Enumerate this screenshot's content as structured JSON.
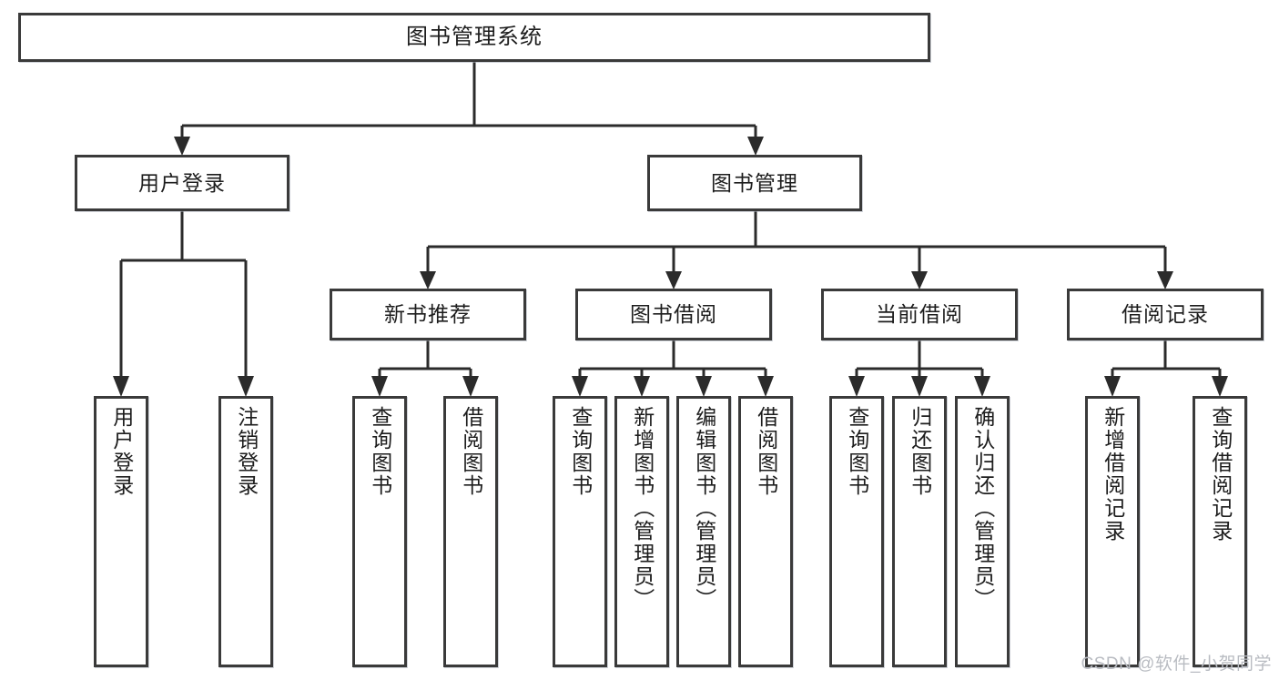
{
  "diagram": {
    "title": "图书管理系统",
    "type": "tree",
    "root": {
      "label": "图书管理系统"
    },
    "level2": [
      {
        "label": "用户登录"
      },
      {
        "label": "图书管理"
      }
    ],
    "level3": [
      {
        "label": "新书推荐"
      },
      {
        "label": "图书借阅"
      },
      {
        "label": "当前借阅"
      },
      {
        "label": "借阅记录"
      }
    ],
    "leaves": {
      "user_login": [
        {
          "label": "用户登录"
        },
        {
          "label": "注销登录"
        }
      ],
      "new_book_recommend": [
        {
          "label": "查询图书"
        },
        {
          "label": "借阅图书"
        }
      ],
      "book_borrow": [
        {
          "label": "查询图书"
        },
        {
          "label": "新增图书（管理员）"
        },
        {
          "label": "编辑图书（管理员）"
        },
        {
          "label": "借阅图书"
        }
      ],
      "current_borrow": [
        {
          "label": "查询图书"
        },
        {
          "label": "归还图书"
        },
        {
          "label": "确认归还（管理员）"
        }
      ],
      "borrow_record": [
        {
          "label": "新增借阅记录"
        },
        {
          "label": "查询借阅记录"
        }
      ]
    }
  },
  "watermark": {
    "text": "CSDN @软件_小贺同学"
  },
  "colors": {
    "box_border": "#3a3a3a",
    "box_fill": "#ffffff",
    "text": "#1d1d1d",
    "connector": "#2b2b2b",
    "watermark": "#b9bcc2"
  }
}
